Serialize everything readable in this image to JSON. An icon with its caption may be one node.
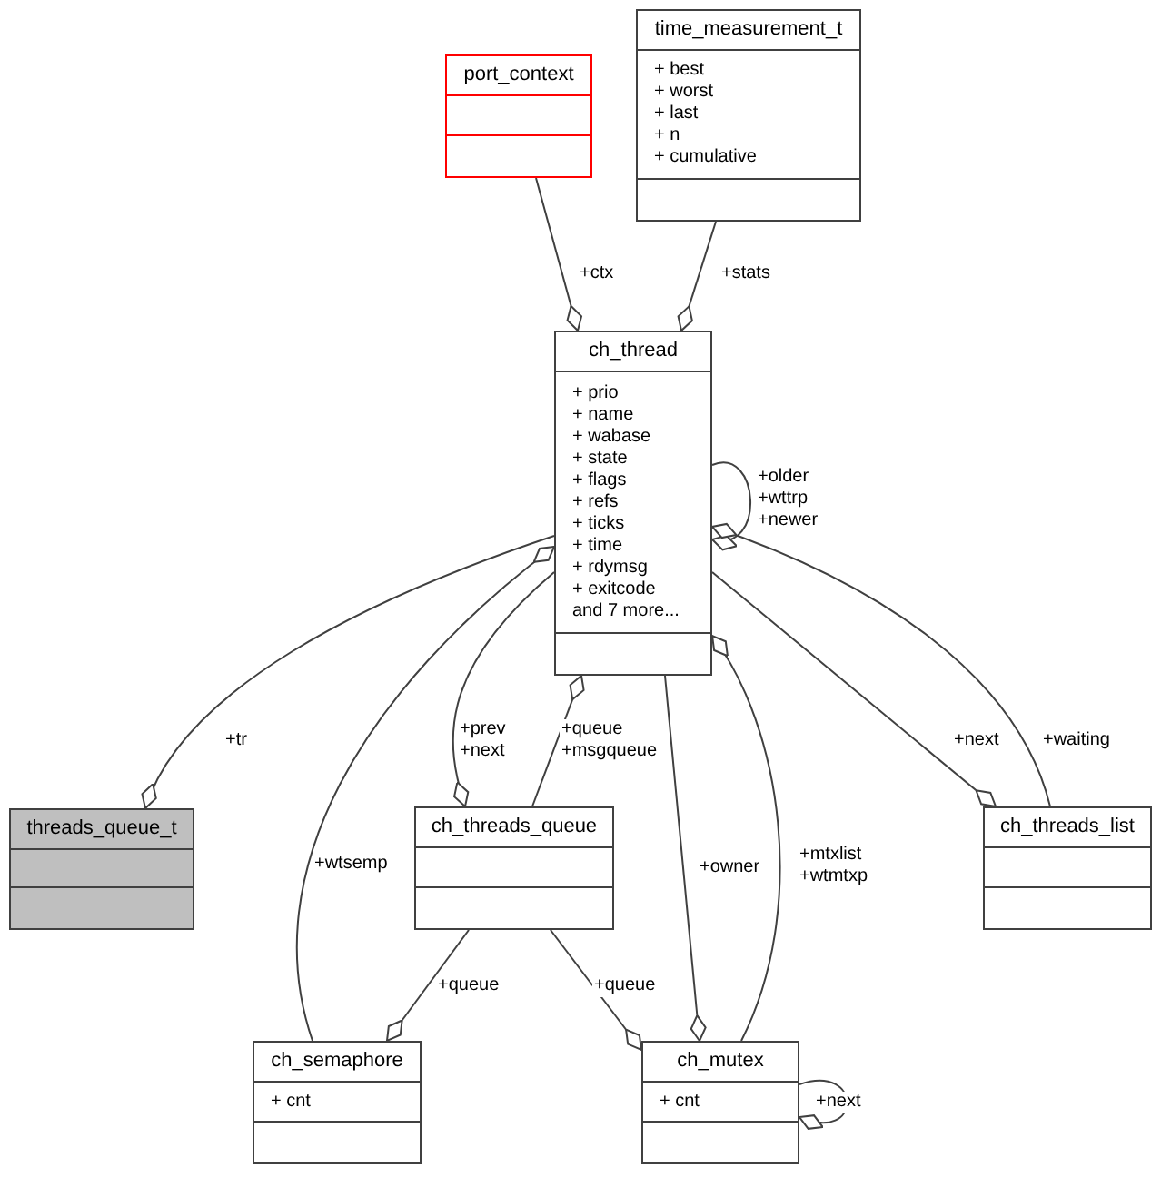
{
  "diagram": {
    "nodes": [
      {
        "text": [
          "port_context"
        ]
      },
      {
        "text": [
          "time_measurement_t",
          "+ best",
          "+ worst",
          "+ last",
          "+ n",
          "+ cumulative"
        ]
      },
      {
        "text": [
          "ch_thread",
          "+ prio",
          "+ name",
          "+ wabase",
          "+ state",
          "+ flags",
          "+ refs",
          "+ ticks",
          "+ time",
          "+ rdymsg",
          "+ exitcode",
          "and 7 more..."
        ]
      },
      {
        "text": [
          "threads_queue_t"
        ]
      },
      {
        "text": [
          "ch_threads_queue"
        ]
      },
      {
        "text": [
          "ch_threads_list"
        ]
      },
      {
        "text": [
          "ch_semaphore",
          "+ cnt"
        ]
      },
      {
        "text": [
          "ch_mutex",
          "+ cnt"
        ]
      }
    ],
    "edges": [
      {
        "from": 0,
        "to": 2,
        "arrow": "other",
        "label": "+ctx"
      },
      {
        "from": 1,
        "to": 2,
        "arrow": "other",
        "label": "+stats"
      },
      {
        "from": 2,
        "to": 2,
        "arrow": "other",
        "label": "+older +wttrp +newer"
      },
      {
        "from": 2,
        "to": 3,
        "arrow": "other",
        "label": "+tr"
      },
      {
        "from": 6,
        "to": 2,
        "arrow": "other",
        "label": "+wtsemp"
      },
      {
        "from": 2,
        "to": 4,
        "arrow": "other",
        "label": "+prev +next"
      },
      {
        "from": 4,
        "to": 2,
        "arrow": "other",
        "label": "+queue +msgqueue"
      },
      {
        "from": 2,
        "to": 7,
        "arrow": "other",
        "label": "+owner"
      },
      {
        "from": 7,
        "to": 2,
        "arrow": "other",
        "label": "+mtxlist +wtmtxp"
      },
      {
        "from": 2,
        "to": 5,
        "arrow": "other",
        "label": "+next"
      },
      {
        "from": 5,
        "to": 2,
        "arrow": "other",
        "label": "+waiting"
      },
      {
        "from": 4,
        "to": 6,
        "arrow": "other",
        "label": "+queue"
      },
      {
        "from": 4,
        "to": 7,
        "arrow": "other",
        "label": "+queue"
      },
      {
        "from": 7,
        "to": 7,
        "arrow": "other",
        "label": "+next"
      }
    ]
  }
}
